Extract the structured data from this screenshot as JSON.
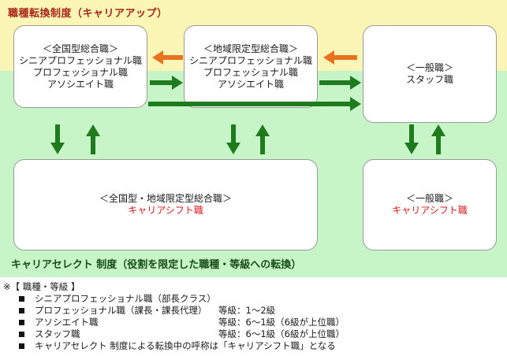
{
  "titles": {
    "career_up": "職種転換制度（キャリアアップ）",
    "career_select": "キャリアセレクト 制度（役割を限定した職種・等級への転換）"
  },
  "boxes": {
    "national": {
      "heading": "＜全国型総合職＞",
      "lines": [
        "シニアプロフェッショナル職",
        "プロフェッショナル職",
        "アソシエイト職"
      ]
    },
    "regional": {
      "heading": "＜地域限定型総合職＞",
      "lines": [
        "シニアプロフェッショナル職",
        "プロフェッショナル職",
        "アソシエイト職"
      ]
    },
    "general": {
      "heading": "＜一般職＞",
      "lines": [
        "スタッフ職"
      ]
    },
    "national_regional_shift": {
      "heading": "＜全国型・地域限定型総合職＞",
      "red": "キャリアシフト職"
    },
    "general_shift": {
      "heading": "＜一般職＞",
      "red": "キャリアシフト職"
    }
  },
  "colors": {
    "arrow_green": "#1e7b1e",
    "arrow_orange": "#e8731f",
    "title_red": "#a8271b",
    "title_green": "#1b4d1b",
    "band_yellow": "#fbf6b5",
    "band_green": "#c8f5c8",
    "shift_red": "#d71a1a"
  },
  "notes": {
    "header": "※【 職種・等級 】",
    "rows": [
      {
        "name": "シニアプロフェッショナル職（部長クラス）",
        "grade": ""
      },
      {
        "name": "プロフェッショナル職（課長・課長代理）",
        "grade": "等級：1〜2級"
      },
      {
        "name": "アソシエイト職",
        "grade": "等級：6〜1級（6級が上位職）"
      },
      {
        "name": "スタッフ職",
        "grade": "等級：6〜1級（6級が上位職）"
      },
      {
        "name": "キャリアセレクト 制度による転換中の呼称は「キャリアシフト職」となる",
        "grade": ""
      }
    ]
  }
}
